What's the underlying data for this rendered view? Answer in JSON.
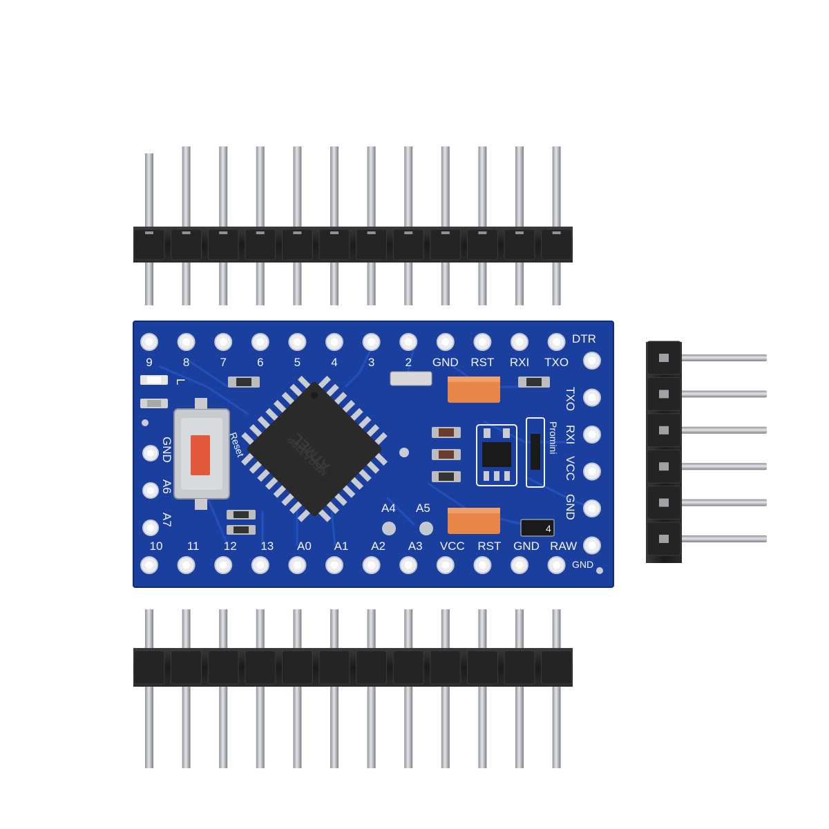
{
  "board": {
    "colors": {
      "pcb": "#1a3f9e",
      "silkscreen": "#f4f6ff",
      "header_plastic": "#1c1c1c",
      "pin_metal": "#b9bcc1",
      "chip": "#2a2a2a"
    },
    "top_row_labels": [
      "9",
      "8",
      "7",
      "6",
      "5",
      "4",
      "3",
      "2",
      "GND",
      "RST",
      "RXI",
      "TXO"
    ],
    "dtr_label": "DTR",
    "bottom_row_labels": [
      "10",
      "11",
      "12",
      "13",
      "A0",
      "A1",
      "A2",
      "A3",
      "VCC",
      "RST",
      "GND",
      "RAW"
    ],
    "bottom_right_label": "GND",
    "right_column_labels": [
      "TXO",
      "RXI",
      "VCC",
      "GND"
    ],
    "left_labels": [
      "GND",
      "A6",
      "A7"
    ],
    "side_label_l": "L",
    "mid_labels": [
      "A4",
      "A5"
    ],
    "reset_label": "Reset",
    "product_label": "Promini",
    "regulator_mark": "4"
  },
  "headers": {
    "long_header_pins": 12,
    "short_header_pins": 6
  }
}
